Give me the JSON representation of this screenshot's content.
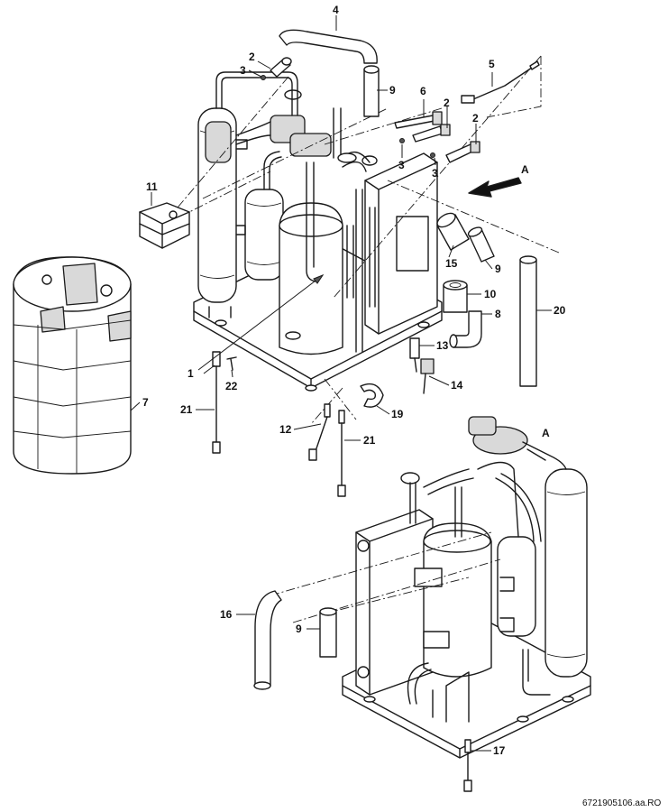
{
  "callouts": {
    "c1": "1",
    "c2a": "2",
    "c2b": "2",
    "c2c": "2",
    "c3a": "3",
    "c3b": "3",
    "c3c": "3",
    "c4": "4",
    "c5": "5",
    "c6": "6",
    "c7": "7",
    "c8": "8",
    "c9a": "9",
    "c9b": "9",
    "c9c": "9",
    "c10": "10",
    "c11": "11",
    "c12": "12",
    "c13": "13",
    "c14": "14",
    "c15": "15",
    "c16": "16",
    "c17": "17",
    "c19": "19",
    "c20": "20",
    "c21a": "21",
    "c21b": "21",
    "c22": "22",
    "viewA_arrow": "A",
    "viewA_title": "A"
  },
  "figure_code": "6721905106.aa.RO"
}
